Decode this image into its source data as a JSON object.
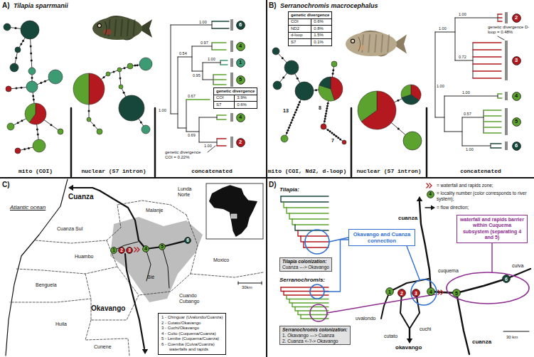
{
  "diagram": {
    "nodes": [
      {
        "text": [
          "6"
        ]
      },
      {
        "text": [
          "4"
        ]
      },
      {
        "text": [
          "1"
        ]
      },
      {
        "text": [
          "5"
        ]
      },
      {
        "text": [
          "genetic divergence",
          "COI",
          "3.9%",
          "S7",
          "0.6%"
        ]
      },
      {
        "text": [
          "4"
        ]
      },
      {
        "text": [
          "2"
        ]
      },
      {
        "text": [
          "genetic divergence",
          "COI",
          "0.6%",
          "ND2",
          "0.8%",
          "d-loop",
          "1.5%",
          "S7",
          "0.1%"
        ]
      },
      {
        "text": [
          "2"
        ]
      },
      {
        "text": [
          "3"
        ]
      },
      {
        "text": [
          "4"
        ]
      },
      {
        "text": [
          "5"
        ]
      },
      {
        "text": [
          "6"
        ]
      },
      {
        "text": [
          "1"
        ]
      },
      {
        "text": [
          "2"
        ]
      },
      {
        "text": [
          "3"
        ]
      },
      {
        "text": [
          "4"
        ]
      },
      {
        "text": [
          "5"
        ]
      },
      {
        "text": [
          "6"
        ]
      },
      {
        "text": [
          "1 - Chinguar (Uvalondo/Cuanza)",
          "2 - Cutato/Okavango",
          "3 - Cuchi/Okavango",
          "4 - Cuito (Cuquema/Cuanza)",
          "5 - Lembe (Cuquema/Cuanza)",
          "6 - Cuemba (Cuiva/Cuanza)",
          "waterfalls and rapids"
        ]
      },
      {
        "text": [
          "4"
        ]
      },
      {
        "text": [
          "Tilapia colonization:",
          "Cuanza ---> Okavango"
        ]
      },
      {
        "text": [
          "Okavango and Cuanza connection"
        ]
      },
      {
        "text": [
          "waterfall and rapids barrier within Cuquema subsystem (separating 4 and 5)"
        ]
      },
      {
        "text": [
          "Serranochromis colonization:",
          "1. Okavango ---> Cuanza",
          "2. Cuanza <-?-> Okavango"
        ]
      },
      {
        "text": [
          "1"
        ]
      },
      {
        "text": [
          "2"
        ]
      },
      {
        "text": [
          "3"
        ]
      },
      {
        "text": [
          "4"
        ]
      },
      {
        "text": [
          "5"
        ]
      },
      {
        "text": [
          "6"
        ]
      }
    ],
    "labels": [
      "A)",
      "Tilapia sparrmanii",
      "mito (COI)",
      "nuclear (S7 intron)",
      "concatenated",
      "1.00",
      "1.00",
      "0.54",
      "0.97",
      "0.95",
      "1.00",
      "0.67",
      "0.69",
      "1.00",
      "genetic divergence COI = 0.22%",
      "B)",
      "Serranochromis macrocephalus",
      "13",
      "8",
      "7",
      "mito (COI, Nd2, d-loop)",
      "nuclear (S7 intron)",
      "concatenated",
      "1.00",
      "1.00",
      "0.72",
      "1.00",
      "1.00",
      "0.57",
      "1.00",
      "genetic divergence D-loop = 0.48%",
      "C)",
      "Cuanza",
      "Lunda Norte",
      "Malanje",
      "Cuanza Sul",
      "Atlantic ocean",
      "Huambo",
      "Benguela",
      "Bié",
      "Moxico",
      "Huila",
      "Cunene",
      "Okavango",
      "Cuando Cubango",
      "30km",
      "D)",
      "Tilapia:",
      "Serranochromis:",
      "cuanza",
      "cuquema",
      "cuiva",
      "uvalondo",
      "cutato",
      "cuchi",
      "okavango",
      "cuanza",
      "30 km"
    ],
    "legend": [
      {
        "text": "= waterfall and rapids zone;"
      },
      {
        "text": "= locality number (color corresponds to river system);"
      },
      {
        "text": "= flow direction;"
      }
    ]
  }
}
